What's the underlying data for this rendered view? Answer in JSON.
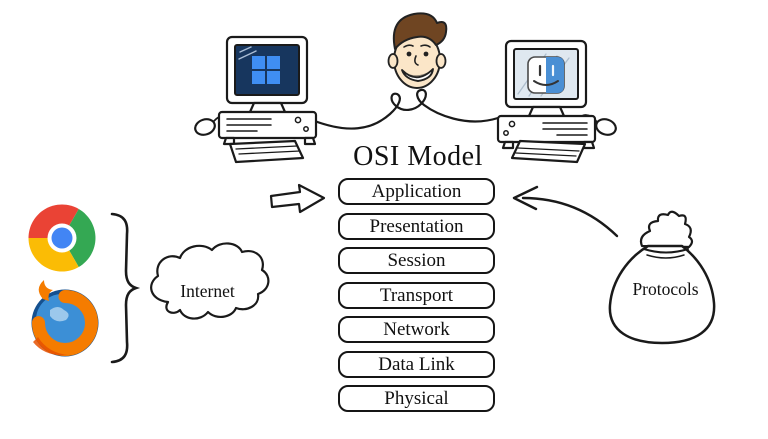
{
  "diagram": {
    "title": "OSI Model",
    "layers": [
      "Application",
      "Presentation",
      "Session",
      "Transport",
      "Network",
      "Data Link",
      "Physical"
    ],
    "internet": {
      "label": "Internet"
    },
    "protocols": {
      "label": "Protocols"
    },
    "icons": {
      "left_computer": "desktop-computer-windows-icon",
      "right_computer": "desktop-computer-mac-icon",
      "person": "cartoon-man-face-icon",
      "cable": "wavy-cable-connector",
      "flow_arrow": "block-arrow-right-icon",
      "protocols_arrow": "curved-arrow-left-icon",
      "brace": "curly-brace-icon",
      "cloud": "internet-cloud-icon",
      "bag": "protocols-sack-icon",
      "chrome": "chrome-browser-icon",
      "firefox": "firefox-browser-icon"
    },
    "colors": {
      "ink": "#1a1a1a",
      "windows_tile_blue": "#3f8ef3",
      "screen_navy": "#17365e",
      "finder_blue": "#4a8fd4",
      "chrome_red": "#ea4335",
      "chrome_green": "#34a853",
      "chrome_yellow": "#fbbc05",
      "chrome_blue": "#4285f4",
      "firefox_orange": "#f57c00",
      "firefox_dark_orange": "#e65100",
      "firefox_globe_blue": "#3c8fd6",
      "hair_brown": "#6f4522",
      "skin": "#fbe6c8"
    }
  }
}
